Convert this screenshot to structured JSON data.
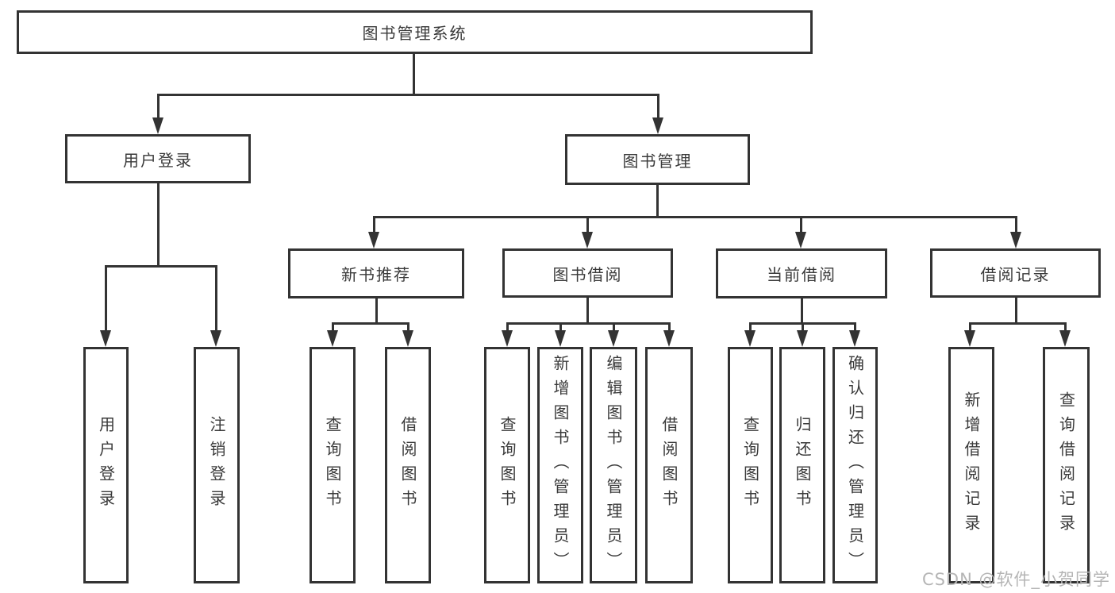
{
  "diagram": {
    "root_label": "图书管理系统",
    "level2": [
      {
        "label": "用户登录"
      },
      {
        "label": "图书管理"
      }
    ],
    "level3": [
      {
        "label": "新书推荐"
      },
      {
        "label": "图书借阅"
      },
      {
        "label": "当前借阅"
      },
      {
        "label": "借阅记录"
      }
    ],
    "leaves": {
      "user_login": [
        "用户登录",
        "注销登录"
      ],
      "new_book_recommend": [
        "查询图书",
        "借阅图书"
      ],
      "book_borrowing": [
        "查询图书",
        "新增图书（管理员）",
        "编辑图书（管理员）",
        "借阅图书"
      ],
      "current_borrowing": [
        "查询图书",
        "归还图书",
        "确认归还（管理员）"
      ],
      "borrowing_records": [
        "新增借阅记录",
        "查询借阅记录"
      ]
    }
  },
  "watermark": "CSDN @软件_小贺同学",
  "colors": {
    "line": "#333333",
    "text": "#3a3a3a",
    "watermark": "#b5b5b5",
    "background": "#ffffff"
  }
}
